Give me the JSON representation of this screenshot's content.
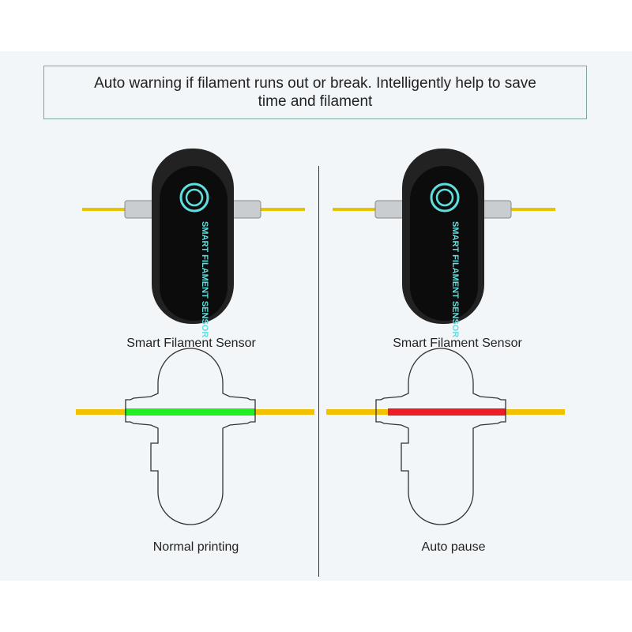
{
  "header": {
    "title": "Auto warning if filament runs out or break. Intelligently help to save time and filament"
  },
  "left": {
    "device_label": "Smart Filament Sensor",
    "device_text": "SMART FILAMENT SENSOR",
    "state_label": "Normal printing",
    "state_color": "#22ee22"
  },
  "right": {
    "device_label": "Smart Filament Sensor",
    "device_text": "SMART FILAMENT SENSOR",
    "state_label": "Auto pause",
    "state_color": "#ee1c24"
  },
  "colors": {
    "filament": "#f2c200",
    "ring": "#5fe0e0",
    "body": "#111111"
  }
}
